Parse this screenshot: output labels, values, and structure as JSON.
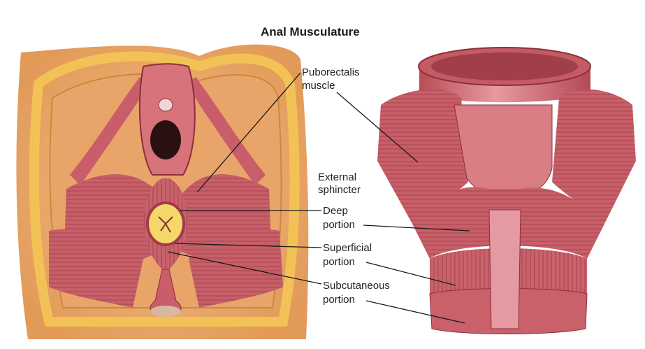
{
  "title": "Anal Musculature",
  "labels": {
    "puborectalis_line1": "Puborectalis",
    "puborectalis_line2": "muscle",
    "external_line1": "External",
    "external_line2": "sphincter",
    "deep_line1": "Deep",
    "deep_line2": "portion",
    "superficial_line1": "Superficial",
    "superficial_line2": "portion",
    "subcutaneous_line1": "Subcutaneous",
    "subcutaneous_line2": "portion"
  },
  "colors": {
    "background": "#ffffff",
    "fat_yellow": "#f2c257",
    "skin_orange": "#e9a05d",
    "muscle_pink": "#c9606a",
    "muscle_dark": "#9c3a47",
    "text": "#222222"
  }
}
